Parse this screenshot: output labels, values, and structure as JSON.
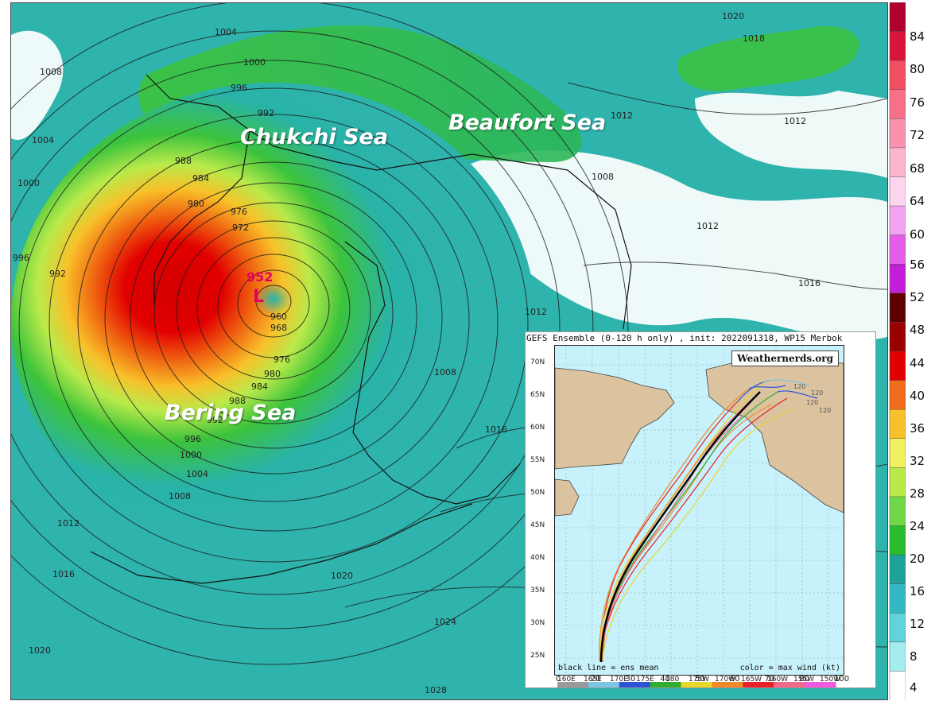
{
  "map": {
    "sea_labels": {
      "chukchi": "Chukchi Sea",
      "beaufort": "Beaufort Sea",
      "bering": "Bering Sea"
    },
    "low_center": {
      "value": "952",
      "symbol": "L"
    },
    "isobar_labels": [
      "1004",
      "1000",
      "996",
      "992",
      "988",
      "984",
      "980",
      "976",
      "972",
      "960",
      "968",
      "976",
      "980",
      "984",
      "988",
      "992",
      "996",
      "1000",
      "1004",
      "1008",
      "1012",
      "1016",
      "1020",
      "1024",
      "1028",
      "1008",
      "1004",
      "1000",
      "996",
      "992",
      "1008",
      "1012",
      "1016",
      "1020",
      "1012",
      "1016",
      "1020",
      "1018",
      "1012",
      "1008",
      "1012"
    ]
  },
  "colorbar": {
    "labels": [
      "84",
      "80",
      "76",
      "72",
      "68",
      "64",
      "60",
      "56",
      "52",
      "48",
      "44",
      "40",
      "36",
      "32",
      "28",
      "24",
      "20",
      "16",
      "12",
      "8",
      "4"
    ],
    "colors": [
      "#b00030",
      "#d8163c",
      "#f24f62",
      "#f67089",
      "#f892ae",
      "#fab6cf",
      "#fcd6ef",
      "#f3a4f2",
      "#e35de8",
      "#c41fd8",
      "#5e0000",
      "#9b0000",
      "#e00000",
      "#f26b1a",
      "#f8c12a",
      "#f0f060",
      "#b9ea4a",
      "#6fd848",
      "#29bd2d",
      "#1ea29a",
      "#33b8c4",
      "#5fd4dc",
      "#a5ecef",
      "#ffffff"
    ]
  },
  "inset": {
    "title": "GEFS Ensemble (0-120 h only) , init: 2022091318, WP15 Merbok",
    "brand": "Weathernerds.org",
    "lat_ticks": [
      "70N",
      "65N",
      "60N",
      "55N",
      "50N",
      "45N",
      "40N",
      "35N",
      "30N",
      "25N"
    ],
    "lon_ticks": [
      "160E",
      "165E",
      "170E",
      "175E",
      "180",
      "175W",
      "170W",
      "165W",
      "160W",
      "155W",
      "150W"
    ],
    "note_left": "black line = ens mean",
    "note_right": "color = max wind (kt)",
    "end_labels": [
      "120",
      "120",
      "120",
      "120"
    ],
    "wind_scale": {
      "labels": [
        "0",
        "20",
        "30",
        "40",
        "50",
        "60",
        "70",
        "80",
        "100"
      ],
      "colors": [
        "#9a9a9a",
        "#7cc6e3",
        "#2b55d6",
        "#2fae2f",
        "#e8d82a",
        "#f08a2a",
        "#e8222a",
        "#f06a8a",
        "#f05ae0"
      ]
    }
  }
}
